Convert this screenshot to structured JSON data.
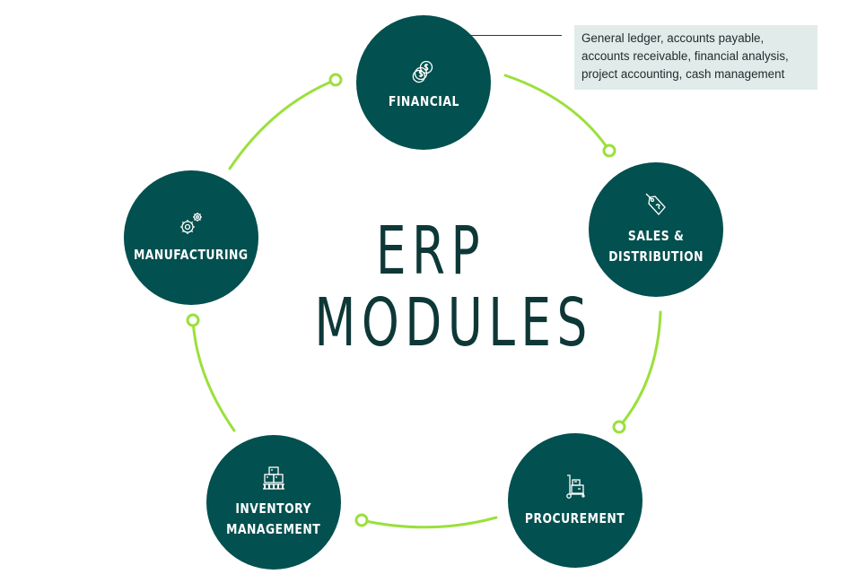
{
  "title": {
    "line1": "ERP",
    "line2": "MODULES"
  },
  "colors": {
    "module_fill": "#02504f",
    "connector_green": "#9be03c",
    "title_text": "#0e3838",
    "callout_bg": "#e1ebea"
  },
  "modules": [
    {
      "id": "financial",
      "label": "FINANCIAL",
      "icon": "coins-dollar-icon"
    },
    {
      "id": "sales",
      "label": "SALES &\nDISTRIBUTION",
      "icon": "price-tag-icon"
    },
    {
      "id": "procurement",
      "label": "PROCUREMENT",
      "icon": "hand-truck-icon"
    },
    {
      "id": "inventory",
      "label": "INVENTORY\nMANAGEMENT",
      "icon": "stacked-boxes-pallet-icon"
    },
    {
      "id": "manufacturing",
      "label": "MANUFACTURING",
      "icon": "gears-icon"
    }
  ],
  "callout": {
    "module": "financial",
    "text": "General ledger, accounts payable, accounts receivable, financial analysis, project accounting, cash management"
  }
}
